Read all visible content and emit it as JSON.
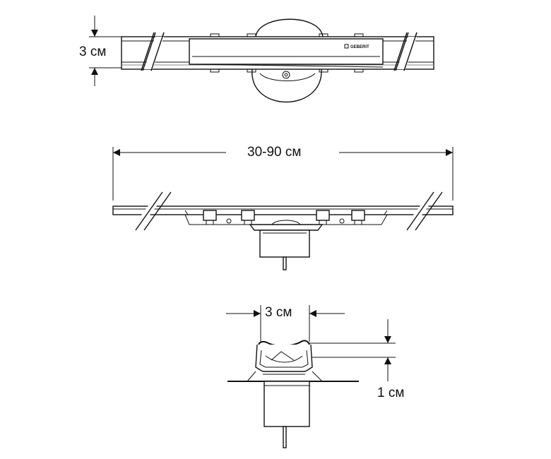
{
  "dimensions": {
    "top_height": "3 см",
    "length_range": "30-90 см",
    "cross_width": "3 см",
    "cross_depth": "1 см"
  },
  "brand_mark": "GEBERIT"
}
